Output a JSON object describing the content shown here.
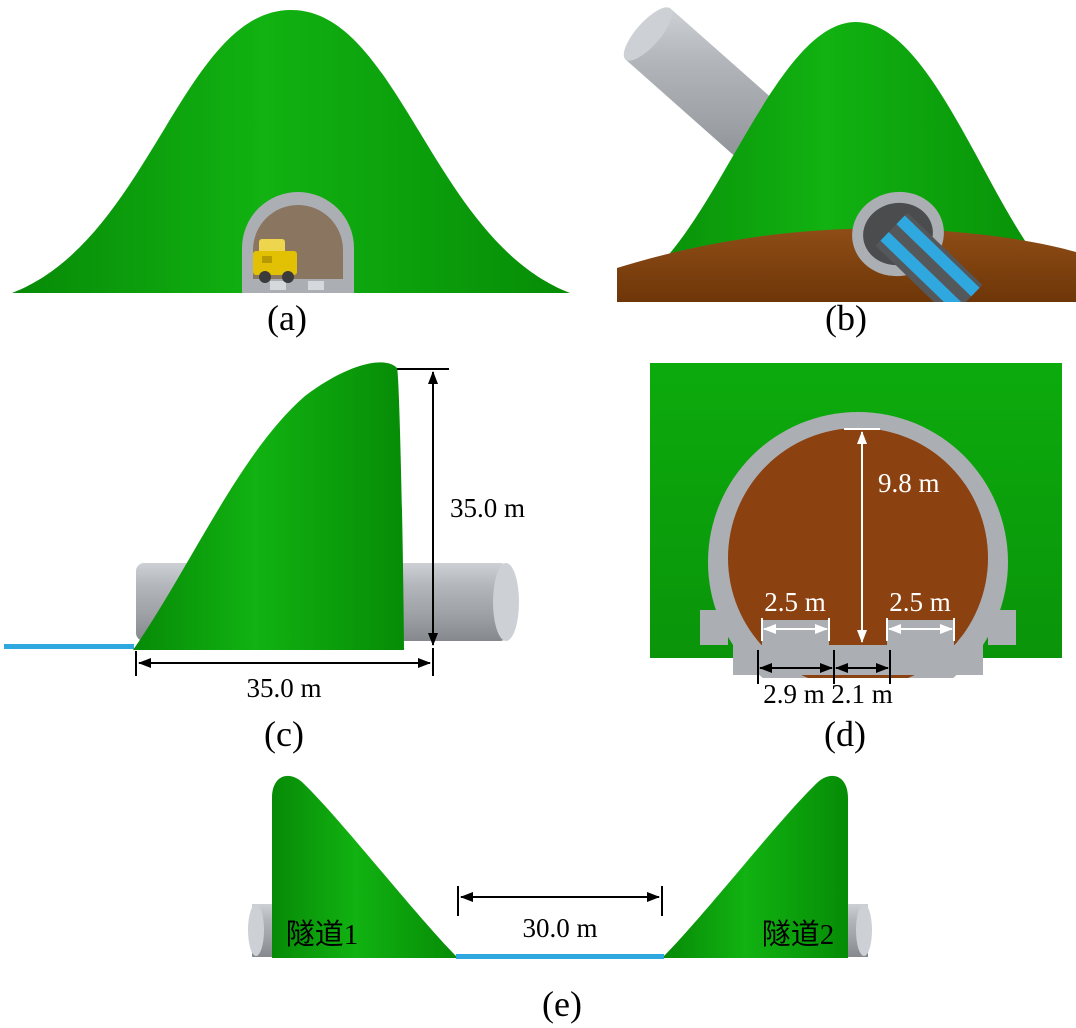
{
  "figure": {
    "panel_a": {
      "label": "(a)"
    },
    "panel_b": {
      "label": "(b)"
    },
    "panel_c": {
      "label": "(c)",
      "height_dim": "35.0 m",
      "width_dim": "35.0 m"
    },
    "panel_d": {
      "label": "(d)",
      "height_dim": "9.8 m",
      "ledge_left_dim": "2.5 m",
      "ledge_right_dim": "2.5 m",
      "base_left_dim": "2.9 m",
      "base_right_dim": "2.1 m"
    },
    "panel_e": {
      "label": "(e)",
      "gap_dim": "30.0 m",
      "tunnel1_label": "隧道1",
      "tunnel2_label": "隧道2"
    },
    "colors": {
      "mountain_green": "#0CA40C",
      "ground_brown": "#8C4110",
      "lining_gray": "#ABAFB4",
      "water_blue": "#2FA8E0",
      "vehicle_yellow": "#E2C004",
      "tunnel_interior": "#8A7560"
    }
  }
}
